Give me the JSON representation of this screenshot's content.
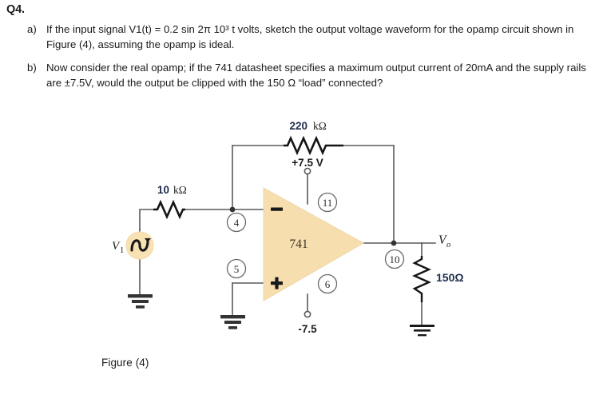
{
  "question": {
    "number": "Q4.",
    "items": [
      {
        "marker": "a)",
        "text": "If the input signal V1(t) = 0.2 sin 2π 10³ t volts, sketch the output voltage waveform for the opamp circuit shown in Figure (4), assuming the opamp is ideal."
      },
      {
        "marker": "b)",
        "text": "Now consider the real opamp; if the 741 datasheet specifies a maximum output current of 20mA and the supply rails are ±7.5V, would the output be clipped with the 150 Ω “load” connected?"
      }
    ]
  },
  "figure": {
    "caption": "Figure (4)",
    "source_label": "V",
    "source_subscript": "1",
    "output_label": "V",
    "output_subscript": "o",
    "opamp_label": "741",
    "opamp_minus": "−",
    "opamp_plus": "+",
    "rail_positive": "+7.5 V",
    "rail_negative": "-7.5",
    "resistors": [
      {
        "name": "input-resistor",
        "value": "10",
        "unit": "kΩ"
      },
      {
        "name": "feedback-resistor",
        "value": "220",
        "unit": "kΩ"
      },
      {
        "name": "load-resistor",
        "value": "150Ω",
        "unit": ""
      }
    ],
    "pins": [
      {
        "name": "pin-4",
        "label": "4"
      },
      {
        "name": "pin-11",
        "label": "11"
      },
      {
        "name": "pin-5",
        "label": "5"
      },
      {
        "name": "pin-6",
        "label": "6"
      },
      {
        "name": "pin-10",
        "label": "10"
      }
    ],
    "colors": {
      "opamp_fill": "#f7deaf",
      "opamp_stroke": "#e8d0a0",
      "source_fill": "#f8e2b4",
      "wire": "#5a5a5a",
      "value_text": "#1f2d4d",
      "ink": "#1a1a1a"
    }
  }
}
